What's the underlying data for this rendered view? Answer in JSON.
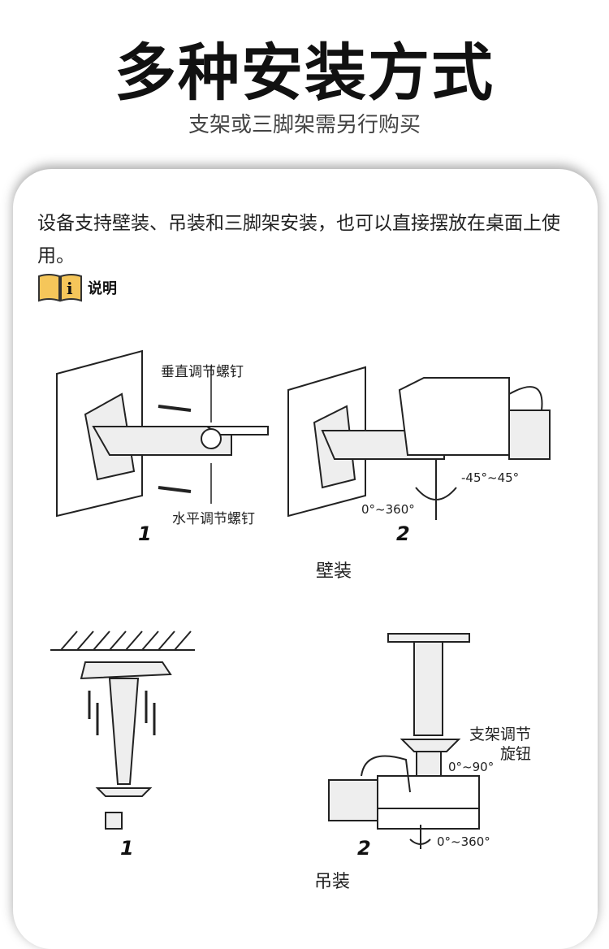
{
  "header": {
    "title": "多种安装方式",
    "subtitle": "支架或三脚架需另行购买"
  },
  "intro": "设备支持壁装、吊装和三脚架安装，也可以直接摆放在桌面上使用。",
  "note": {
    "icon": "info-book-icon",
    "label": "说明"
  },
  "wall": {
    "caption": "壁装",
    "label_vertical": "垂直调节螺钉",
    "label_horizontal": "水平调节螺钉",
    "angle_tilt": "-45°~45°",
    "angle_pan": "0°~360°",
    "step1": "1",
    "step2": "2"
  },
  "ceiling": {
    "caption": "吊装",
    "label_knob": "支架调节",
    "label_knob2": "旋钮",
    "angle_tilt": "0°~90°",
    "angle_pan": "0°~360°",
    "step1": "1",
    "step2": "2"
  }
}
